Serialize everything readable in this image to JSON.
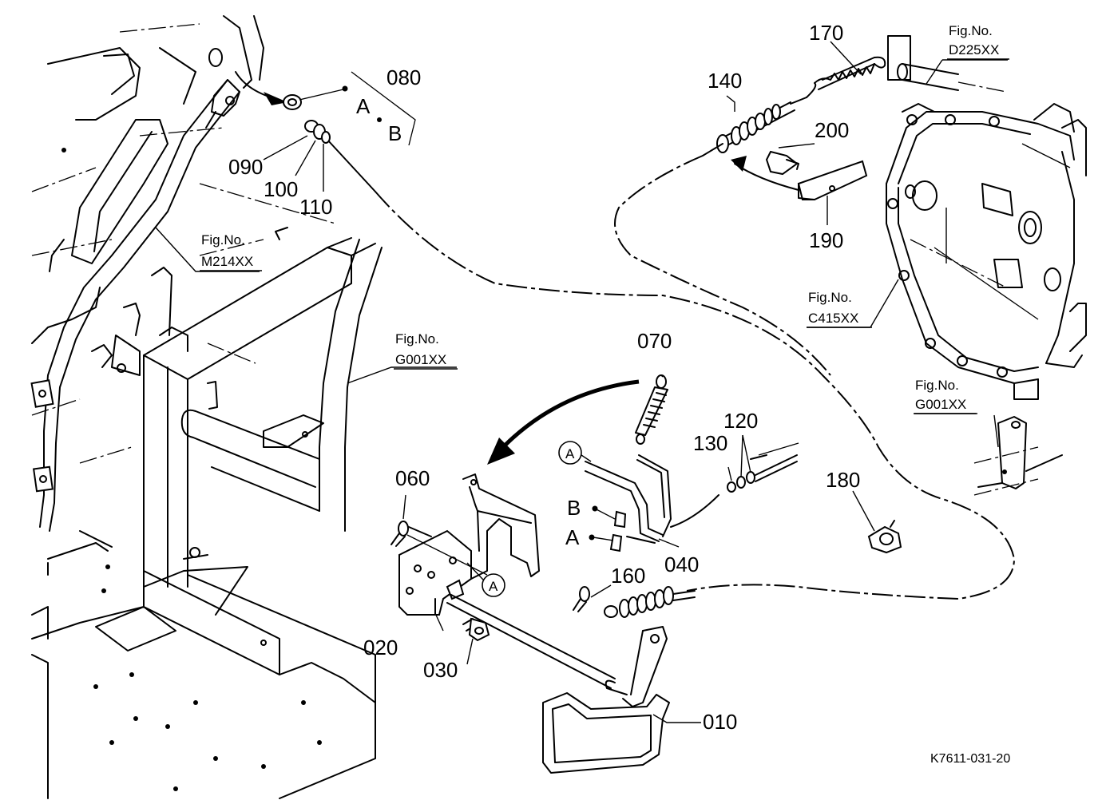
{
  "parts": {
    "p010": "010",
    "p020": "020",
    "p030": "030",
    "p040": "040",
    "p060": "060",
    "p070": "070",
    "p080": "080",
    "p090": "090",
    "p100": "100",
    "p110": "110",
    "p120": "120",
    "p130": "130",
    "p140": "140",
    "p160": "160",
    "p170": "170",
    "p180": "180",
    "p190": "190",
    "p200": "200"
  },
  "refs": {
    "d225": {
      "label": "Fig.No.",
      "code": "D225XX"
    },
    "m214": {
      "label": "Fig.No.",
      "code": "M214XX"
    },
    "g001_left": {
      "label": "Fig.No.",
      "code": "G001XX"
    },
    "c415": {
      "label": "Fig.No.",
      "code": "C415XX"
    },
    "g001_right": {
      "label": "Fig.No.",
      "code": "G001XX"
    }
  },
  "markers": {
    "a_top": "A",
    "b_top": "B",
    "a_circle_rod": "A",
    "a_circle_plate": "A",
    "b_pin": "B",
    "a_pin": "A"
  },
  "drawing_code": "K7611-031-20"
}
